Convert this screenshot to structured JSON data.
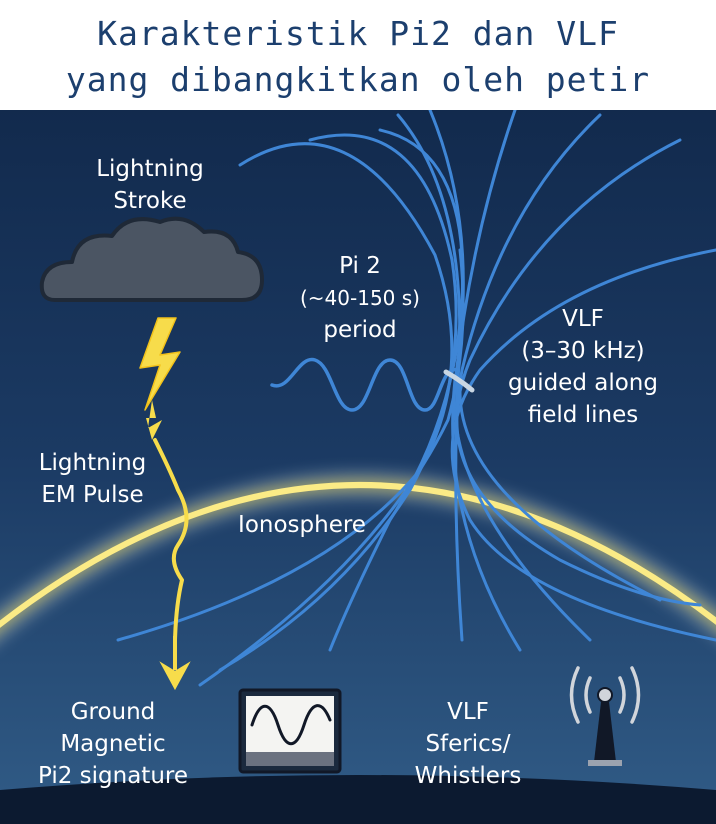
{
  "title": {
    "line1": "Karakteristik Pi2 dan VLF",
    "line2": "yang dibangkitkan oleh petir"
  },
  "labels": {
    "lightning_stroke": [
      "Lightning",
      "Stroke"
    ],
    "pi2": [
      "Pi 2",
      "(~40-150 s)",
      "period"
    ],
    "vlf": [
      "VLF",
      "(3–30 kHz)",
      "guided along",
      "field lines"
    ],
    "lightning_em_pulse": [
      "Lightning",
      "EM Pulse"
    ],
    "ionosphere": "Ionosphere",
    "ground_magnetic": [
      "Ground",
      "Magnetic",
      "Pi2 signature"
    ],
    "vlf_sferics": [
      "VLF",
      "Sferics/",
      "Whistlers"
    ]
  },
  "icons": {
    "cloud": "storm-cloud-icon",
    "lightning": "lightning-bolt-icon",
    "magnetometer": "magnetometer-screen-icon",
    "antenna": "radio-antenna-icon"
  },
  "colors": {
    "sky_top": "#112a4e",
    "sky_bottom": "#2c557f",
    "field_lines": "#3f86d6",
    "ionosphere": "#f6e36a",
    "lightning": "#f7dc4b",
    "cloud": "#4b5563",
    "ground": "#0c1a30",
    "title_text": "#1c3f6e"
  }
}
